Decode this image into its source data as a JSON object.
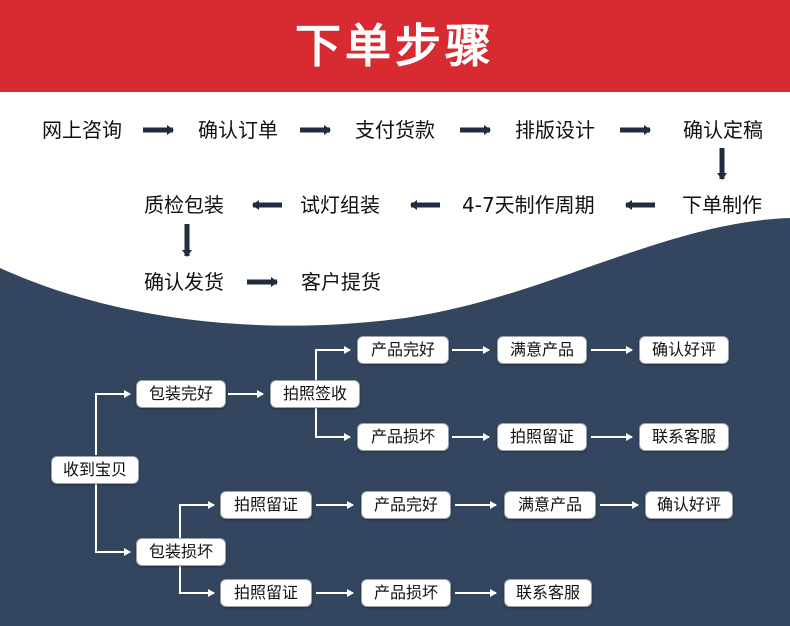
{
  "header": {
    "title": "下单步骤"
  },
  "steps": {
    "s1": "网上咨询",
    "s2": "确认订单",
    "s3": "支付货款",
    "s4": "排版设计",
    "s5": "确认定稿",
    "s6": "下单制作",
    "s7": "4-7天制作周期",
    "s8": "试灯组装",
    "s9": "质检包装",
    "s10": "确认发货",
    "s11": "客户提货"
  },
  "tree": {
    "root": "收到宝贝",
    "intact": {
      "label": "包装完好",
      "sign": "拍照签收",
      "good_path": [
        "产品完好",
        "满意产品",
        "确认好评"
      ],
      "damaged_path": [
        "产品损坏",
        "拍照留证",
        "联系客服"
      ]
    },
    "damaged": {
      "label": "包装损坏",
      "upper_path": [
        "拍照留证",
        "产品完好",
        "满意产品",
        "确认好评"
      ],
      "lower_path": [
        "拍照留证",
        "产品损坏",
        "联系客服"
      ]
    }
  },
  "colors": {
    "header_red": "#d82a31",
    "navy": "#34465f",
    "arrow_dark": "#1f2d3f",
    "box_border": "#9ca3ad"
  }
}
